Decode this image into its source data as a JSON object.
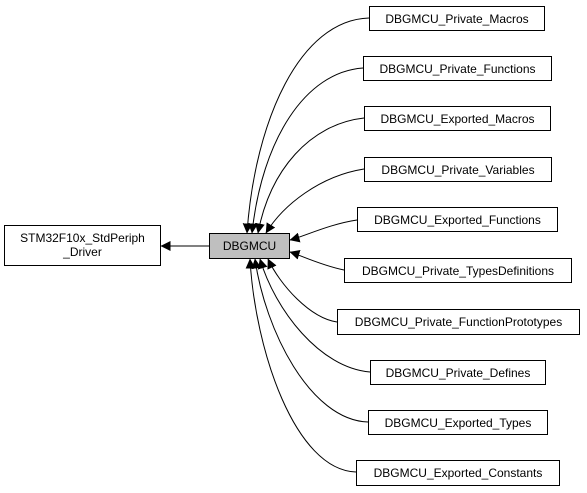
{
  "diagram": {
    "parent": {
      "line1": "STM32F10x_StdPeriph",
      "line2": "_Driver"
    },
    "center": {
      "label": "DBGMCU"
    },
    "children": [
      "DBGMCU_Private_Macros",
      "DBGMCU_Private_Functions",
      "DBGMCU_Exported_Macros",
      "DBGMCU_Private_Variables",
      "DBGMCU_Exported_Functions",
      "DBGMCU_Private_TypesDefinitions",
      "DBGMCU_Private_FunctionPrototypes",
      "DBGMCU_Private_Defines",
      "DBGMCU_Exported_Types",
      "DBGMCU_Exported_Constants"
    ],
    "colors": {
      "focus_fill": "#bfbfbf",
      "node_fill": "#ffffff",
      "stroke": "#000000"
    }
  }
}
